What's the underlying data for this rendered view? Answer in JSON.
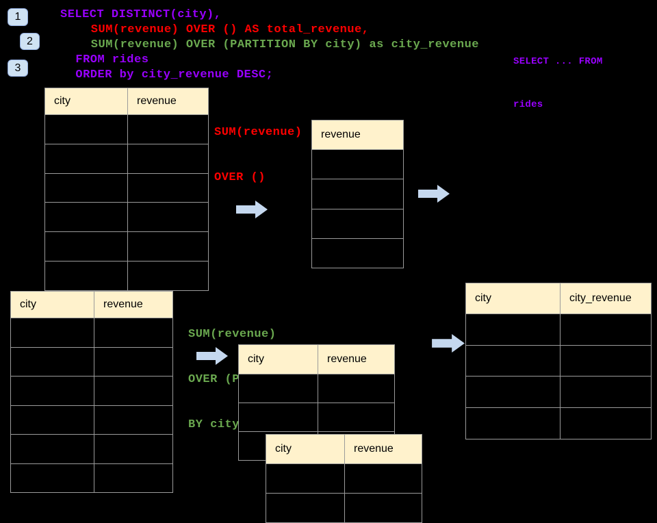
{
  "colors": {
    "background": "#000000",
    "purple": "#9900ff",
    "red": "#ff0000",
    "green": "#6aa84f",
    "header_fill": "#fff2cc",
    "table_border": "#9b9b9b",
    "arrow_fill": "#c5d8ef",
    "badge_fill": "#cfe2f3"
  },
  "badges": [
    {
      "label": "1"
    },
    {
      "label": "2"
    },
    {
      "label": "3"
    }
  ],
  "sql_code": {
    "lines": [
      {
        "text": "SELECT DISTINCT(city),",
        "color_key": "purple",
        "indent_ch": 0
      },
      {
        "text": "SUM(revenue) OVER () AS total_revenue,",
        "color_key": "red",
        "indent_ch": 4
      },
      {
        "text": "SUM(revenue) OVER (PARTITION BY city) as city_revenue",
        "color_key": "green",
        "indent_ch": 4
      },
      {
        "text": "FROM rides",
        "color_key": "purple",
        "indent_ch": 2
      },
      {
        "text": "ORDER by city_revenue DESC;",
        "color_key": "purple",
        "indent_ch": 2
      }
    ]
  },
  "from_note": {
    "lines": [
      "SELECT ... FROM",
      "rides"
    ]
  },
  "annotations": {
    "total_revenue": {
      "lines": [
        "SUM(revenue)",
        "OVER ()"
      ]
    },
    "partition": {
      "lines": [
        "SUM(revenue)",
        "OVER (PARTITION",
        "BY city)"
      ]
    }
  },
  "tables": {
    "source_top": {
      "headers": [
        "city",
        "revenue"
      ],
      "empty_rows": 6
    },
    "total_result": {
      "headers": [
        "revenue"
      ],
      "empty_rows": 4
    },
    "source_bottom": {
      "headers": [
        "city",
        "revenue"
      ],
      "empty_rows": 6
    },
    "partition_input": {
      "headers": [
        "city",
        "revenue"
      ],
      "empty_rows": 3
    },
    "partition_result": {
      "headers": [
        "city",
        "revenue"
      ],
      "empty_rows": 2
    },
    "final_result": {
      "headers": [
        "city",
        "city_revenue"
      ],
      "empty_rows": 4
    }
  }
}
